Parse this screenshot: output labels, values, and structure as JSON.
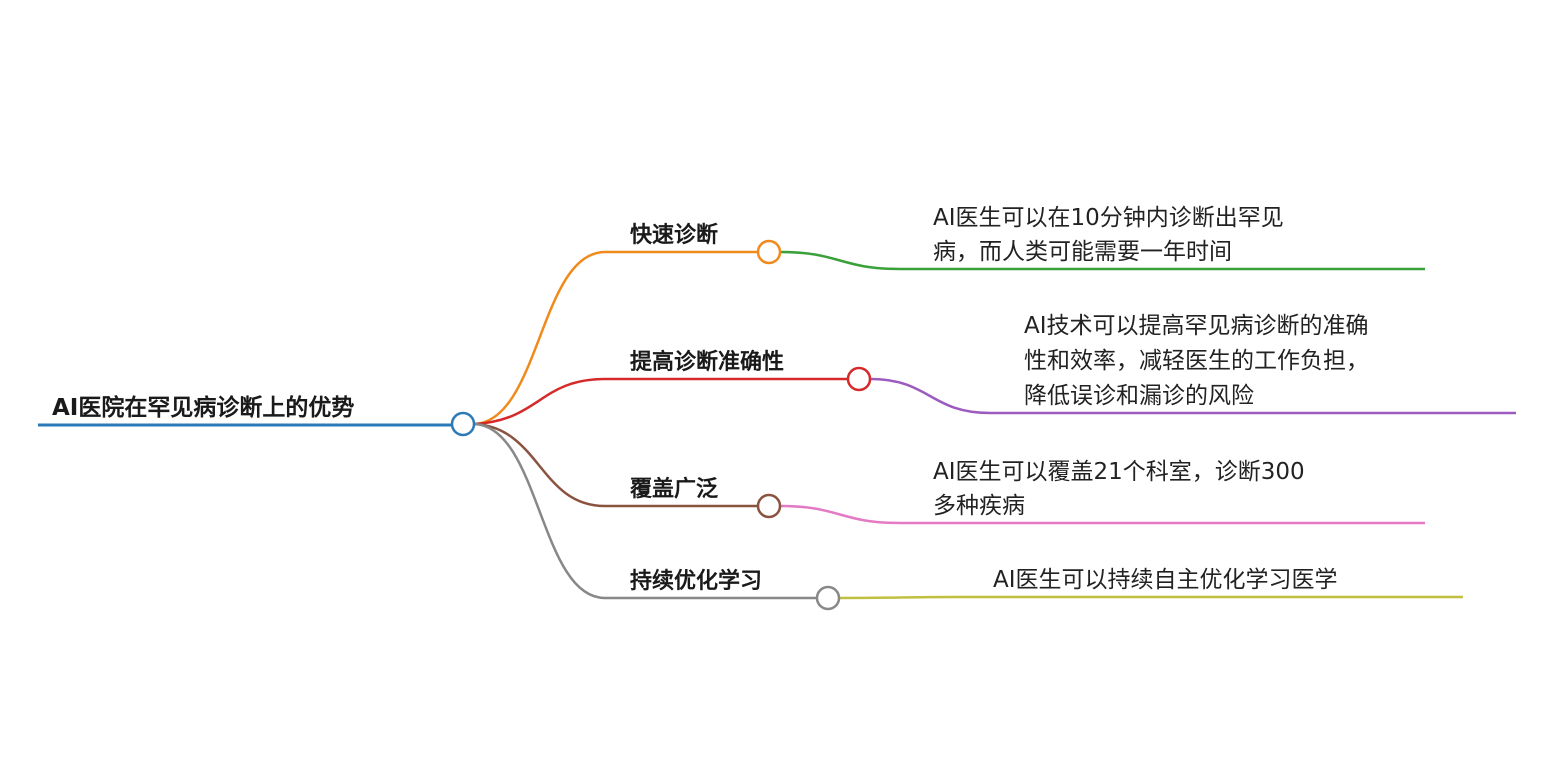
{
  "root": {
    "label": "AI医院在罕见病诊断上的优势",
    "color": "#2a7ab8"
  },
  "branches": [
    {
      "label": "快速诊断",
      "color": "#f08a1c",
      "leaf_color": "#3aa03a",
      "leaf_lines": [
        "AI医生可以在10分钟内诊断出罕见",
        "病，而人类可能需要一年时间"
      ]
    },
    {
      "label": "提高诊断准确性",
      "color": "#d62a2a",
      "leaf_color": "#9b5bbf",
      "leaf_lines": [
        "AI技术可以提高罕见病诊断的准确",
        "性和效率，减轻医生的工作负担，",
        "降低误诊和漏诊的风险"
      ]
    },
    {
      "label": "覆盖广泛",
      "color": "#8a5340",
      "leaf_color": "#e57ac4",
      "leaf_lines": [
        "AI医生可以覆盖21个科室，诊断300",
        "多种疾病"
      ]
    },
    {
      "label": "持续优化学习",
      "color": "#888888",
      "leaf_color": "#c0c040",
      "leaf_lines": [
        "AI医生可以持续自主优化学习医学"
      ]
    }
  ]
}
